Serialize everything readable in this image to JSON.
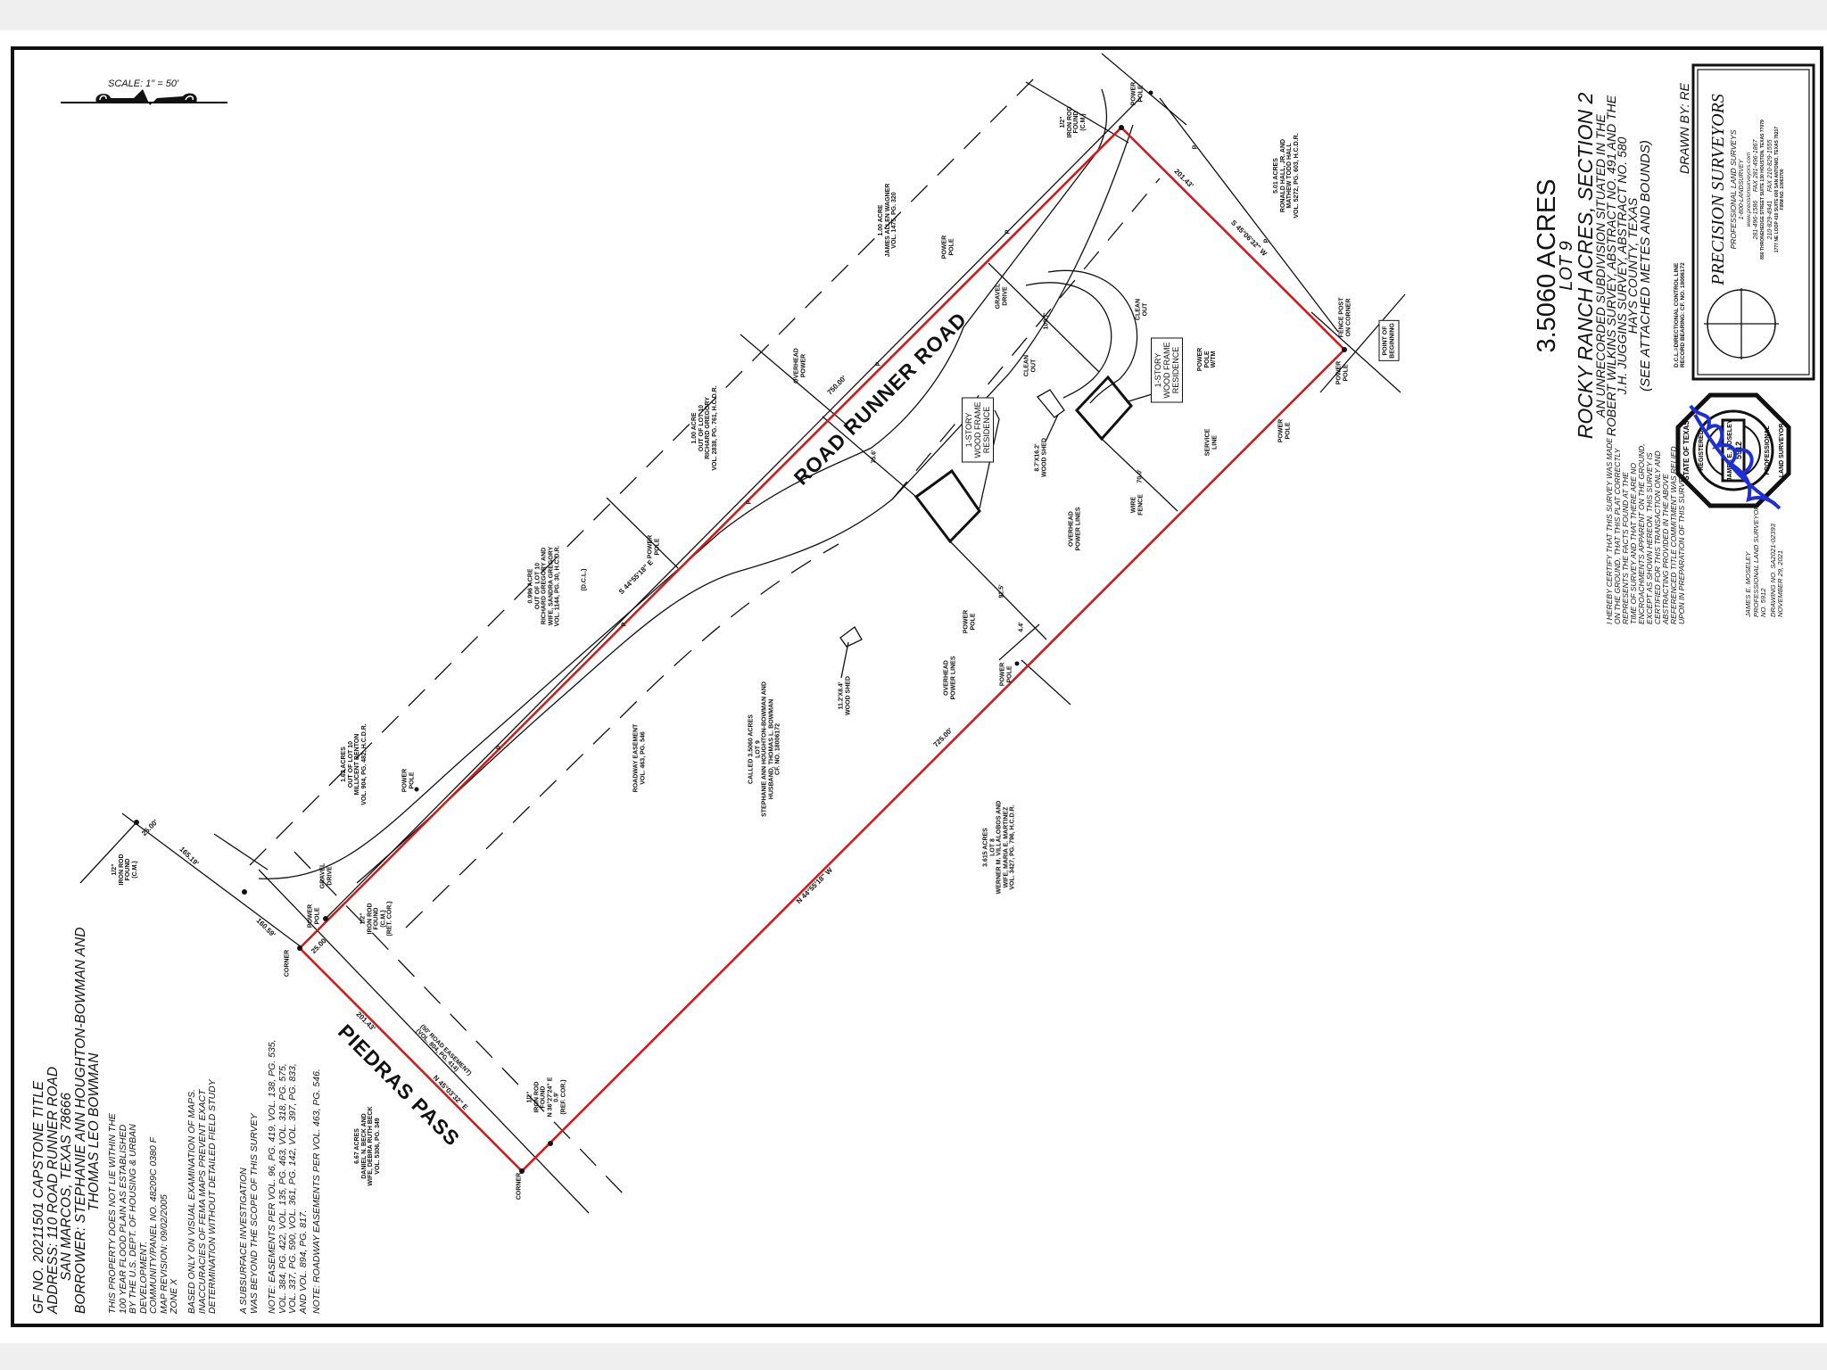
{
  "scale_label": "SCALE: 1\" = 50'",
  "notes": {
    "header": [
      "GF NO. 20211501 CAPSTONE TITLE",
      "ADDRESS: 110 ROAD RUNNER ROAD",
      "SAN MARCOS, TEXAS 78666",
      "BORROWER: STEPHANIE ANN HOUGHTON-BOWMAN AND",
      "THOMAS LEO BOWMAN"
    ],
    "flood": [
      "THIS PROPERTY DOES NOT LIE WITHIN THE",
      "100 YEAR FLOOD PLAIN AS ESTABLISHED",
      "BY THE U.S. DEPT. OF HOUSING & URBAN",
      "DEVELOPMENT.",
      "COMMUNITY/PANEL NO. 48209C 0380 F",
      "MAP REVISION: 09/02/2005",
      "ZONE X"
    ],
    "fema": [
      "BASED ONLY ON VISUAL EXAMINATION OF MAPS.",
      "INACCURACIES OF FEMA MAPS PREVENT EXACT",
      "DETERMINATION WITHOUT DETAILED FIELD STUDY"
    ],
    "subsurface": [
      "A SUBSURFACE INVESTIGATION",
      "WAS BEYOND THE SCOPE OF THIS SURVEY"
    ],
    "easements": [
      "NOTE: EASEMENTS PER VOL. 96, PG. 419, VOL. 138, PG. 535,",
      "VOL. 384, PG. 422, VOL. 135, PG. 463, VOL. 318, PG. 575,",
      "VOL. 337, PG. 590, VOL. 361, PG. 142, VOL. 397, PG. 833,",
      "AND VOL. 894, PG. 817."
    ],
    "roadway": "NOTE: ROADWAY EASEMENTS PER VOL. 463, PG. 546."
  },
  "title_block": {
    "acres": "3.5060 ACRES",
    "lot": "LOT 9",
    "subdivision": "ROCKY RANCH ACRES, SECTION 2",
    "description": [
      "AN UNRECORDED SUBDIVISION SITUATED IN THE",
      "ROBERT WILKINS SURVEY, ABSTRACT NO. 491 AND THE",
      "J.H. JUGGINS SURVEY, ABSTRACT NO. 580",
      "HAYS COUNTY, TEXAS"
    ],
    "see_attached": "(SEE ATTACHED METES AND BOUNDS)",
    "dcl_note": [
      "D.C.L.=DIRECTIONAL CONTROL LINE",
      "RECORD BEARING: CF. NO. 18006172"
    ],
    "drawn_by": "DRAWN BY: RE"
  },
  "company": {
    "name": "PRECISION SURVEYORS",
    "tagline": "PROFESSIONAL LAND SURVEYS",
    "phone": "1-800-LANDSURVEY",
    "web": "www.precisionsurveyors.com",
    "houston": "281-496-1586     FAX 281-496-1867",
    "houston_addr": "850 THRONEHEDGE STREET SUITE 130 HOUSTON, TEXAS 77079",
    "sa": "210-829-4941     FAX 210-829-1555",
    "sa_addr": "1777 NE LOOP 410 SUITE 600 SAN ANTONIO, TEXAS 78217",
    "firm": "FIRM NO. 10063700"
  },
  "seal": {
    "state": "STATE OF TEXAS",
    "registered": "REGISTERED",
    "professional": "PROFESSIONAL",
    "surveyor": "LAND SURVEYOR",
    "name": "JAMES E. MOSELEY",
    "number": "5912"
  },
  "certification": [
    "I HEREBY CERTIFY THAT THIS SURVEY WAS MADE",
    "ON THE GROUND, THAT THIS PLAT CORRECTLY",
    "REPRESENTS THE FACTS FOUND AT THE",
    "TIME OF SURVEY AND THAT THERE ARE NO",
    "ENCROACHMENTS APPARENT ON THE GROUND,",
    "EXCEPT AS SHOWN HEREON. THIS SURVEY IS",
    "CERTIFIED FOR THIS TRANSACTION ONLY AND",
    "ABSTRACTING PROVIDED IN THE ABOVE",
    "REFERENCED TITLE COMMITMENT WAS RELIED",
    "UPON IN PREPARATION OF THIS SURVEY."
  ],
  "surveyor": [
    "JAMES E. MOSELEY",
    "PROFESSIONAL LAND SURVEYOR",
    "NO. 5912",
    "DRAWING NO. SA2021-02393",
    "NOVEMBER 29, 2021"
  ],
  "plat": {
    "road_runner": "ROAD RUNNER ROAD",
    "piedras": "PIEDRAS PASS",
    "residence": "1-STORY\nWOOD FRAME\nRESIDENCE",
    "subject": "CALLED 3.5060 ACRES\nLOT 9\nSTEPHANIE ANN HOUGHTON-BOWMAN AND\nHUSBAND, THOMAS L. BOWMAN\nCF. NO. 18006172",
    "wagner": "1.00 ACRE\nJAMES ALLEN WAGNER\nVOL. 1475, PG. 320",
    "gregory1": "1.00 ACRE\nOUT OF LOT 10\nRICHARD GREGORY\nVOL. 2838, PG. 761, H.C.D.R.",
    "gregory2": "0.996 ACRE\nOUT OF LOT 10\nRICHARD GREGORY AND\nWIFE, SANDRA GREGORY\nVOL. 1144, PG. 30, H.C.D.R.",
    "benton": "1.62 ACRES\nOUT OF LOT 10\nMILLICENT BENTON\nVOL. 904, PG. 482, H.C.D.R.",
    "hall": "5.01 ACRES\nRONALD HALL, JR. AND\nMATHEW TODD HALL\nVOL. 5272, PG. 603, H.C.D.R.",
    "villalobos": "3.615 ACRES\nLOT 8\nWERNER M. VILLALOBOS AND\nWIFE, MARIA E. MARTINEZ\nVOL. 3427, PG. 796, H.C.D.R.",
    "beck": "6.67 ACRES\nDANIEL N. BECK AND\nWIFE, DEBRA RUTH BECK\nVOL. 5306, PG. 349",
    "roadway_easement": "ROADWAY EASEMENT\nVOL. 463, PG. 546",
    "road_easement": "(50' ROAD EASEMENT)\n(VOL. 804, PG. 414)",
    "dcl": "(D.C.L.)",
    "nw_dist": "750.00'",
    "nw_bearing": "S 44°55'18\" E",
    "se_dist": "725.00'",
    "se_bearing": "N 44°55'18\" W",
    "ne_dist": "201.43'",
    "ne_bearing": "S 45°06'32\" W",
    "sw_dist": "201.43'",
    "sw_bearing": "N 45°03'32\" E",
    "dim_25a": "25.00'",
    "dim_25b": "25.00'",
    "dim_165": "165.19'",
    "dim_160": "160.59'",
    "dim_756": "75.6'",
    "dim_1097": "109.7'",
    "dim_925": "92.5'",
    "dim_700": "70.0'",
    "dim_44": "4.4'",
    "iron_rod": "1/2\"\nIRON ROD\nFOUND\n(C.M.)",
    "iron_rod_ret": "1/2\"\nIRON ROD\nFOUND\n(C.M.)\n(RET. COR.)",
    "iron_rod_ref": "1/2\"\nIRON ROD\nFOUND\nN 36°27'24\" E\n0.9'\n(REF. COR.)",
    "corner": "CORNER",
    "power_pole": "POWER\nPOLE",
    "power_pole_tm": "POWER\nPOLE\nW/TM",
    "overhead_power": "OVERHEAD\nPOWER",
    "overhead_lines": "OVERHEAD\nPOWER LINES",
    "gravel_drive": "GRAVEL\nDRIVE",
    "clean_out": "CLEAN\nOUT",
    "wood_shed_1": "8.7'X16.2'\nWOOD SHED",
    "wood_shed_2": "11.2'X8.4'\nWOOD SHED",
    "wire_fence": "WIRE\nFENCE",
    "service_line": "SERVICE\nLINE",
    "fence_post": "FENCE POST\nON CORNER",
    "pob": "POINT OF\nBEGINNING",
    "p_mark": "P"
  },
  "colors": {
    "boundary": "#d11a1a",
    "ink": "#111111",
    "signature": "#1f2fd6"
  }
}
